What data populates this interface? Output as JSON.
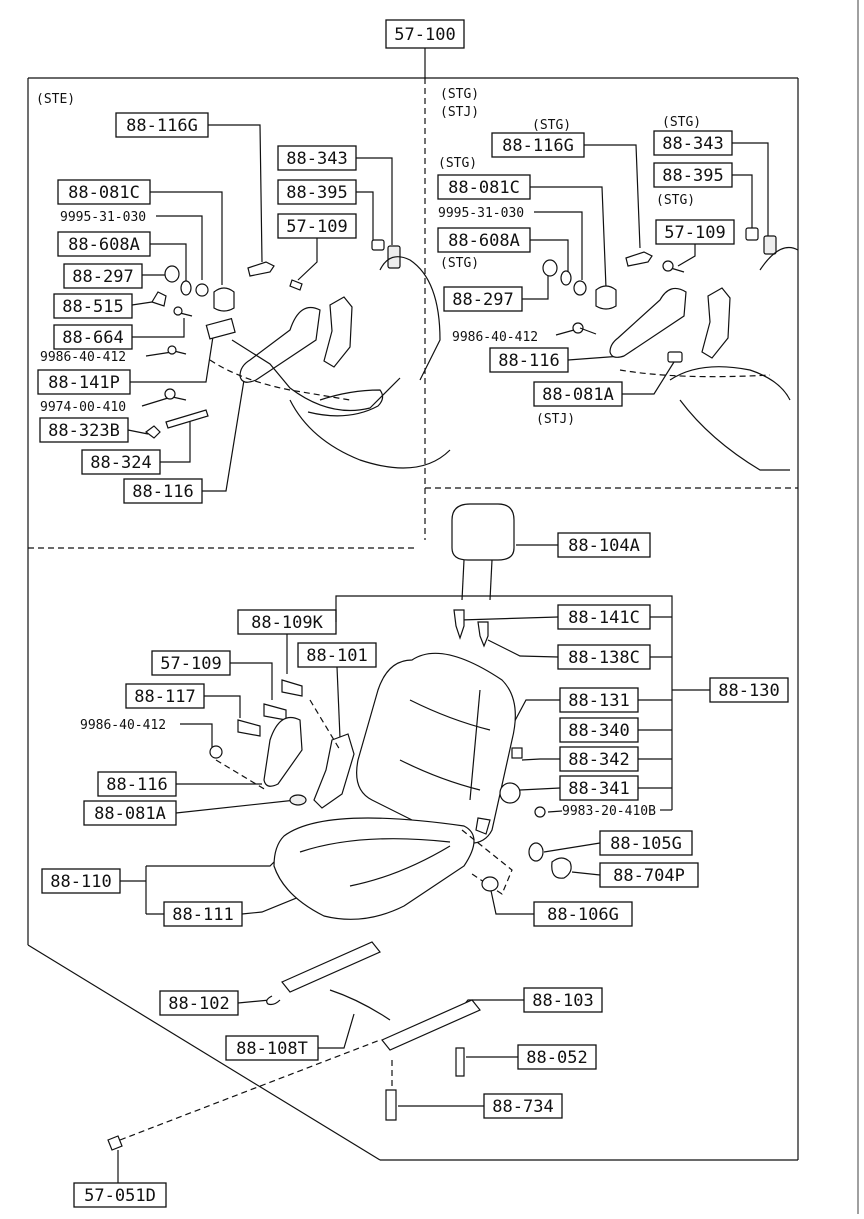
{
  "title_code": "57-100",
  "sections": {
    "ste": "(STE)",
    "stg": "(STG)",
    "stj": "(STJ)"
  },
  "labels": {
    "l88_116G_a": "88-116G",
    "l88_343_a": "88-343",
    "l88_395_a": "88-395",
    "l88_081C_a": "88-081C",
    "l9995_a": "9995-31-030",
    "l57_109_a": "57-109",
    "l88_608A_a": "88-608A",
    "l88_297_a": "88-297",
    "l88_515": "88-515",
    "l88_664": "88-664",
    "l9986_a": "9986-40-412",
    "l88_141P": "88-141P",
    "l9974": "9974-00-410",
    "l88_323B": "88-323B",
    "l88_324": "88-324",
    "l88_116_a": "88-116",
    "stg_tag_116G": "(STG)",
    "l88_116G_b": "88-116G",
    "stg_tag_343": "(STG)",
    "l88_343_b": "88-343",
    "stg_tag_081C": "(STG)",
    "l88_081C_b": "88-081C",
    "l88_395_b": "88-395",
    "stg_tag_395": "(STG)",
    "l9995_b": "9995-31-030",
    "l57_109_b": "57-109",
    "l88_608A_b": "88-608A",
    "stg_tag_608A": "(STG)",
    "l88_297_b": "88-297",
    "l9986_b": "9986-40-412",
    "l88_116_b": "88-116",
    "l88_081A_b": "88-081A",
    "stj_tag_081A": "(STJ)",
    "l88_104A": "88-104A",
    "l88_141C": "88-141C",
    "l88_109K": "88-109K",
    "l88_138C": "88-138C",
    "l57_109_c": "57-109",
    "l88_101": "88-101",
    "l88_130": "88-130",
    "l88_131": "88-131",
    "l88_117": "88-117",
    "l9986_c": "9986-40-412",
    "l88_340": "88-340",
    "l88_342": "88-342",
    "l88_116_c": "88-116",
    "l88_341": "88-341",
    "l88_081A_c": "88-081A",
    "l9983": "9983-20-410B",
    "l88_105G": "88-105G",
    "l88_110": "88-110",
    "l88_704P": "88-704P",
    "l88_111": "88-111",
    "l88_106G": "88-106G",
    "l88_102": "88-102",
    "l88_103": "88-103",
    "l88_108T": "88-108T",
    "l88_052": "88-052",
    "l88_734": "88-734",
    "l57_051D": "57-051D"
  }
}
